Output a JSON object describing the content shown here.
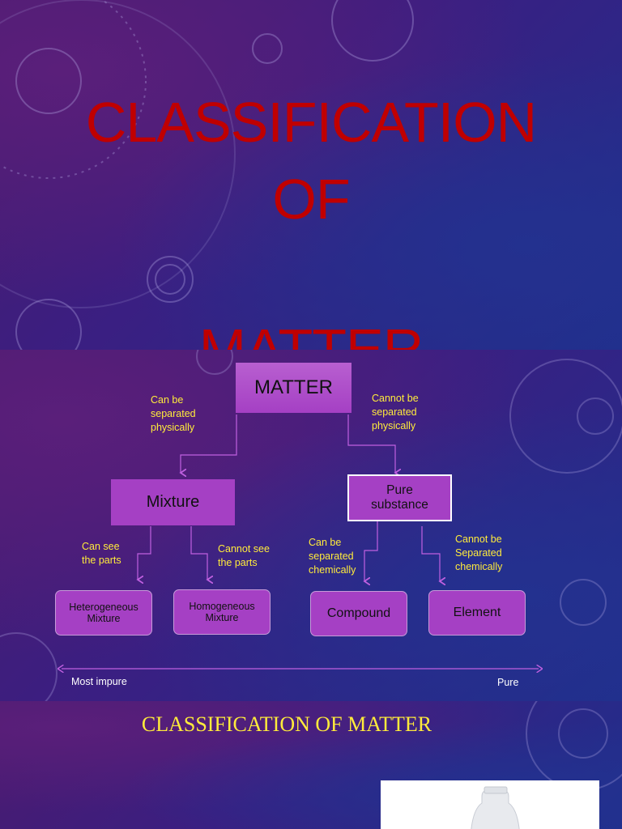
{
  "slide1": {
    "title_lines": [
      "CLASSIFICATION",
      "OF",
      "MATTER"
    ]
  },
  "slide2": {
    "matter": "MATTER",
    "mixture": "Mixture",
    "pure_line1": "Pure",
    "pure_line2": "substance",
    "left_arrow_label": [
      "Can be",
      "separated",
      "physically"
    ],
    "right_arrow_label": [
      "Cannot be",
      "separated",
      "physically"
    ],
    "see_parts": [
      "Can see",
      "the parts"
    ],
    "cannot_see_parts": [
      "Cannot see",
      "the parts"
    ],
    "sep_chem": [
      "Can be",
      "separated",
      "chemically"
    ],
    "cannot_sep_chem": [
      "Cannot be",
      "Separated",
      "chemically"
    ],
    "hetero": [
      "Heterogeneous",
      "Mixture"
    ],
    "homo": [
      "Homogeneous",
      "Mixture"
    ],
    "compound": "Compound",
    "element": "Element",
    "scale_left": "Most impure",
    "scale_right": "Pure",
    "colors": {
      "box": "#a540c4",
      "arrow": "#c060e0",
      "label": "#ffeb3b"
    }
  },
  "slide3": {
    "title": "CLASSIFICATION OF MATTER"
  }
}
